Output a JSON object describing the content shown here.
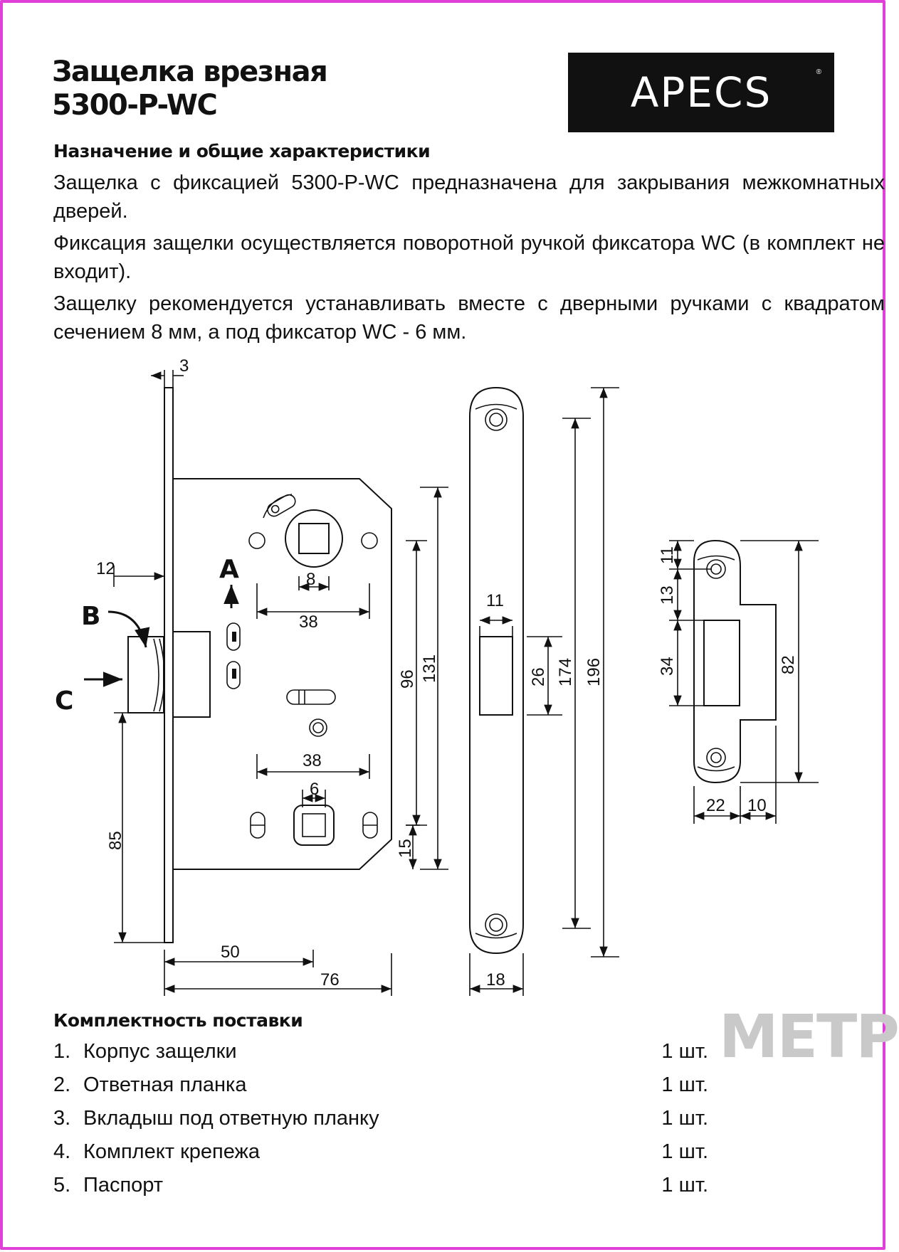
{
  "header": {
    "title_line1": "Защелка врезная",
    "title_line2": "5300-P-WC",
    "logo": "APECS",
    "logo_mark": "®"
  },
  "section_purpose": {
    "heading": "Назначение и общие характеристики",
    "paragraphs": [
      "Защелка с фиксацией 5300-P-WC предназначена для закрывания межкомнатных дверей.",
      "Фиксация защелки осуществляется поворотной ручкой фиксатора WC (в комплект не входит).",
      "Защелку рекомендуется устанавливать вместе с дверными ручками с квадратом сечением 8 мм, а под фиксатор WC - 6 мм."
    ]
  },
  "drawing": {
    "markers": {
      "a": "A",
      "b": "B",
      "c": "C"
    },
    "dims": {
      "d3": "3",
      "d12": "12",
      "d8": "8",
      "d38a": "38",
      "d38b": "38",
      "d6": "6",
      "d96": "96",
      "d131": "131",
      "d15": "15",
      "d85": "85",
      "d50": "50",
      "d76": "76",
      "d11a": "11",
      "d26": "26",
      "d174": "174",
      "d196": "196",
      "d18": "18",
      "d11b": "11",
      "d13": "13",
      "d34": "34",
      "d82": "82",
      "d22": "22",
      "d10": "10"
    },
    "line_color": "#111111"
  },
  "section_package": {
    "heading": "Комплектность поставки",
    "items": [
      {
        "num": "1.",
        "name": "Корпус защелки",
        "qty": "1 шт."
      },
      {
        "num": "2.",
        "name": "Ответная планка",
        "qty": "1 шт."
      },
      {
        "num": "3.",
        "name": "Вкладыш под ответную планку",
        "qty": "1 шт."
      },
      {
        "num": "4.",
        "name": "Комплект крепежа",
        "qty": "1 шт."
      },
      {
        "num": "5.",
        "name": "Паспорт",
        "qty": "1 шт."
      }
    ]
  },
  "watermark": "МЕТР",
  "colors": {
    "frame": "#e040d8",
    "logo_bg": "#111111",
    "watermark": "#c9c9c9"
  }
}
